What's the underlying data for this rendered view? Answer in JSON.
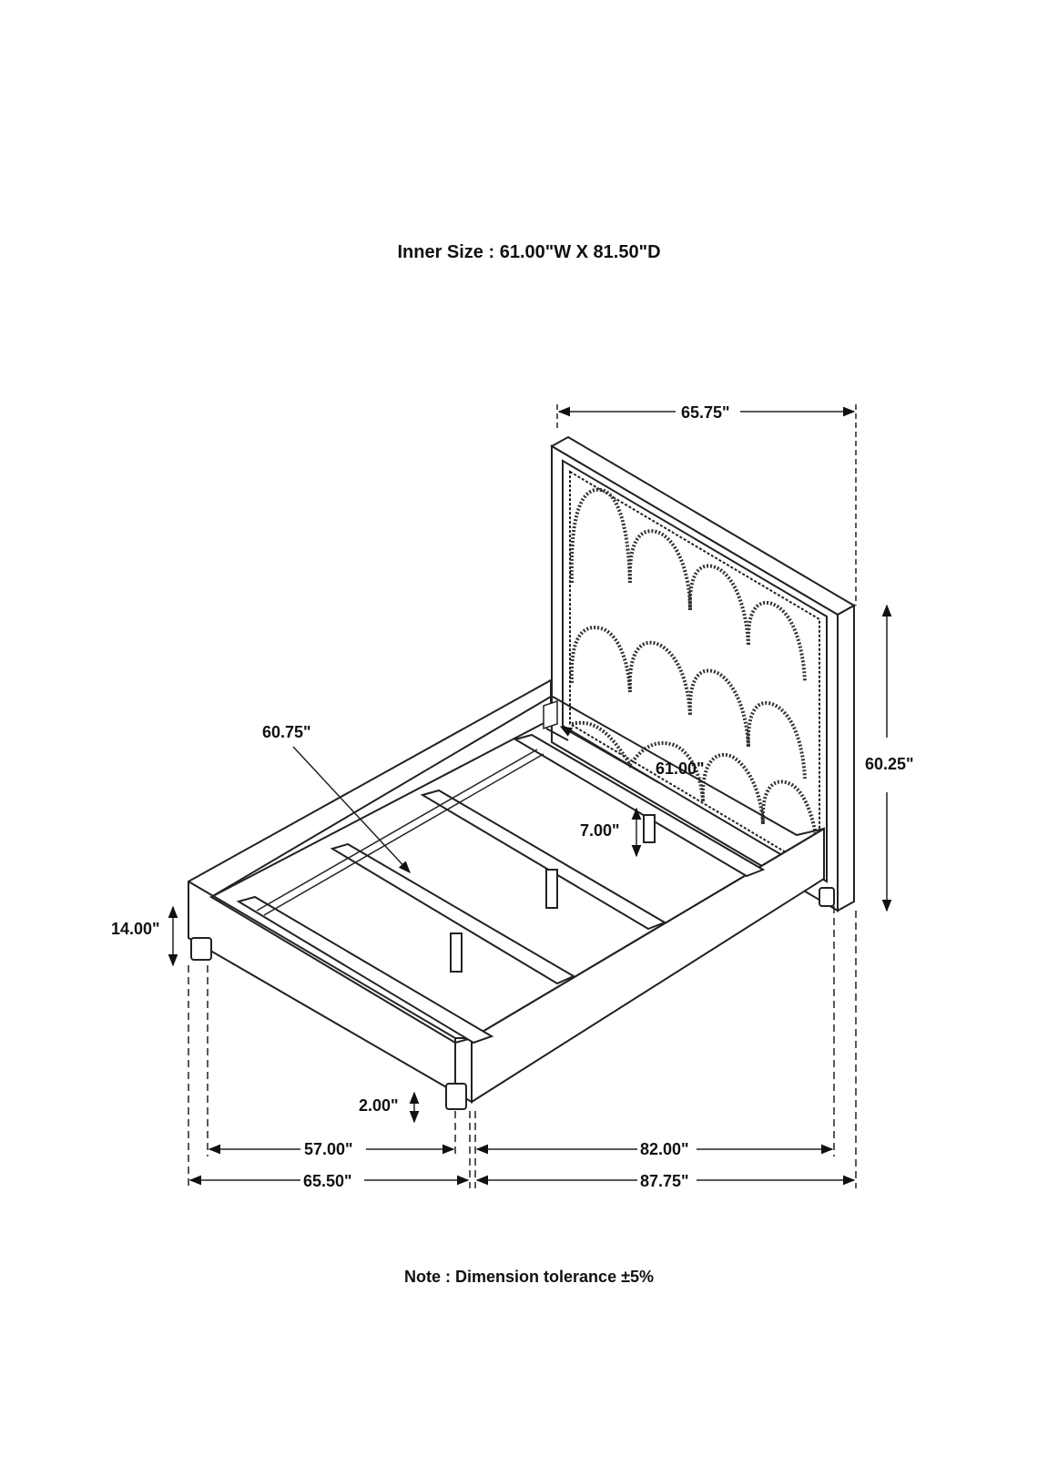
{
  "header": {
    "inner_size": "Inner Size : 61.00\"W X 81.50\"D"
  },
  "dimensions": {
    "headboard_width": "65.75\"",
    "headboard_height": "60.25\"",
    "slat_length": "60.75\"",
    "inner_width": "61.00\"",
    "support_leg_height": "7.00\"",
    "rail_height": "14.00\"",
    "leg_height": "2.00\"",
    "leg_span_width": "57.00\"",
    "leg_span_length": "82.00\"",
    "overall_width": "65.50\"",
    "overall_length": "87.75\""
  },
  "footer": {
    "note": "Note : Dimension tolerance ±5%"
  }
}
